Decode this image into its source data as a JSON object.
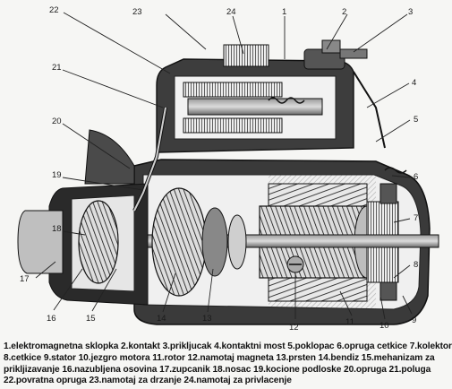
{
  "callout_numbers": [
    "22",
    "23",
    "24",
    "1",
    "2",
    "3",
    "21",
    "4",
    "20",
    "5",
    "19",
    "6",
    "18",
    "7",
    "8",
    "17",
    "16",
    "15",
    "14",
    "13",
    "12",
    "11",
    "10",
    "9"
  ],
  "legend": {
    "line1": "1.elektromagnetna sklopka 2.kontakt 3.prikljucak 4.kontaktni most 5.poklopac 6.opruga cetkice 7.kolektor",
    "line2": "8.cetkice 9.stator 10.jezgro motora 11.rotor 12.namotaj magneta 13.prsten 14.bendiz 15.mehanizam za",
    "line3": "prikljizavanje 16.nazubljena osovina 17.zupcanik 18.nosac 19.kocione podloske 20.opruga 21.poluga",
    "line4": "22.povratna opruga 23.namotaj za drzanje 24.namotaj za privlacenje"
  }
}
